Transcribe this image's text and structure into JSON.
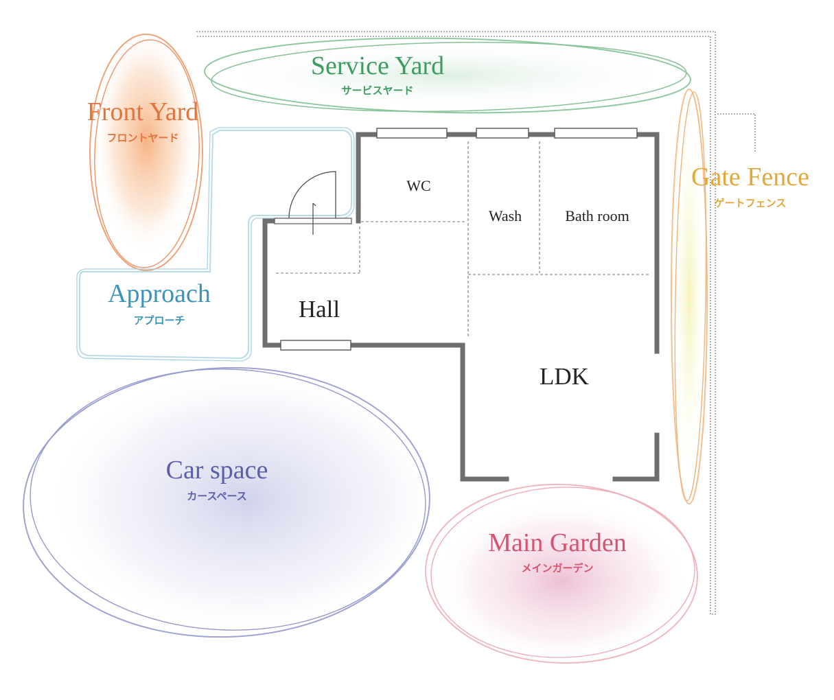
{
  "zones": {
    "service_yard": {
      "title": "Service Yard",
      "subtitle": "サービスヤード",
      "color": "#3f9b62"
    },
    "front_yard": {
      "title": "Front Yard",
      "subtitle": "フロントヤード",
      "color": "#e3743c"
    },
    "approach": {
      "title": "Approach",
      "subtitle": "アプローチ",
      "color": "#3a93b8"
    },
    "gate_fence": {
      "title": "Gate Fence",
      "subtitle": "ゲートフェンス",
      "color": "#e2a83a"
    },
    "car_space": {
      "title": "Car space",
      "subtitle": "カースペース",
      "color": "#5a5fa8"
    },
    "main_garden": {
      "title": "Main Garden",
      "subtitle": "メインガーデン",
      "color": "#d6536f"
    }
  },
  "rooms": {
    "wc": "WC",
    "wash": "Wash",
    "bath": "Bath room",
    "hall": "Hall",
    "ldk": "LDK"
  }
}
